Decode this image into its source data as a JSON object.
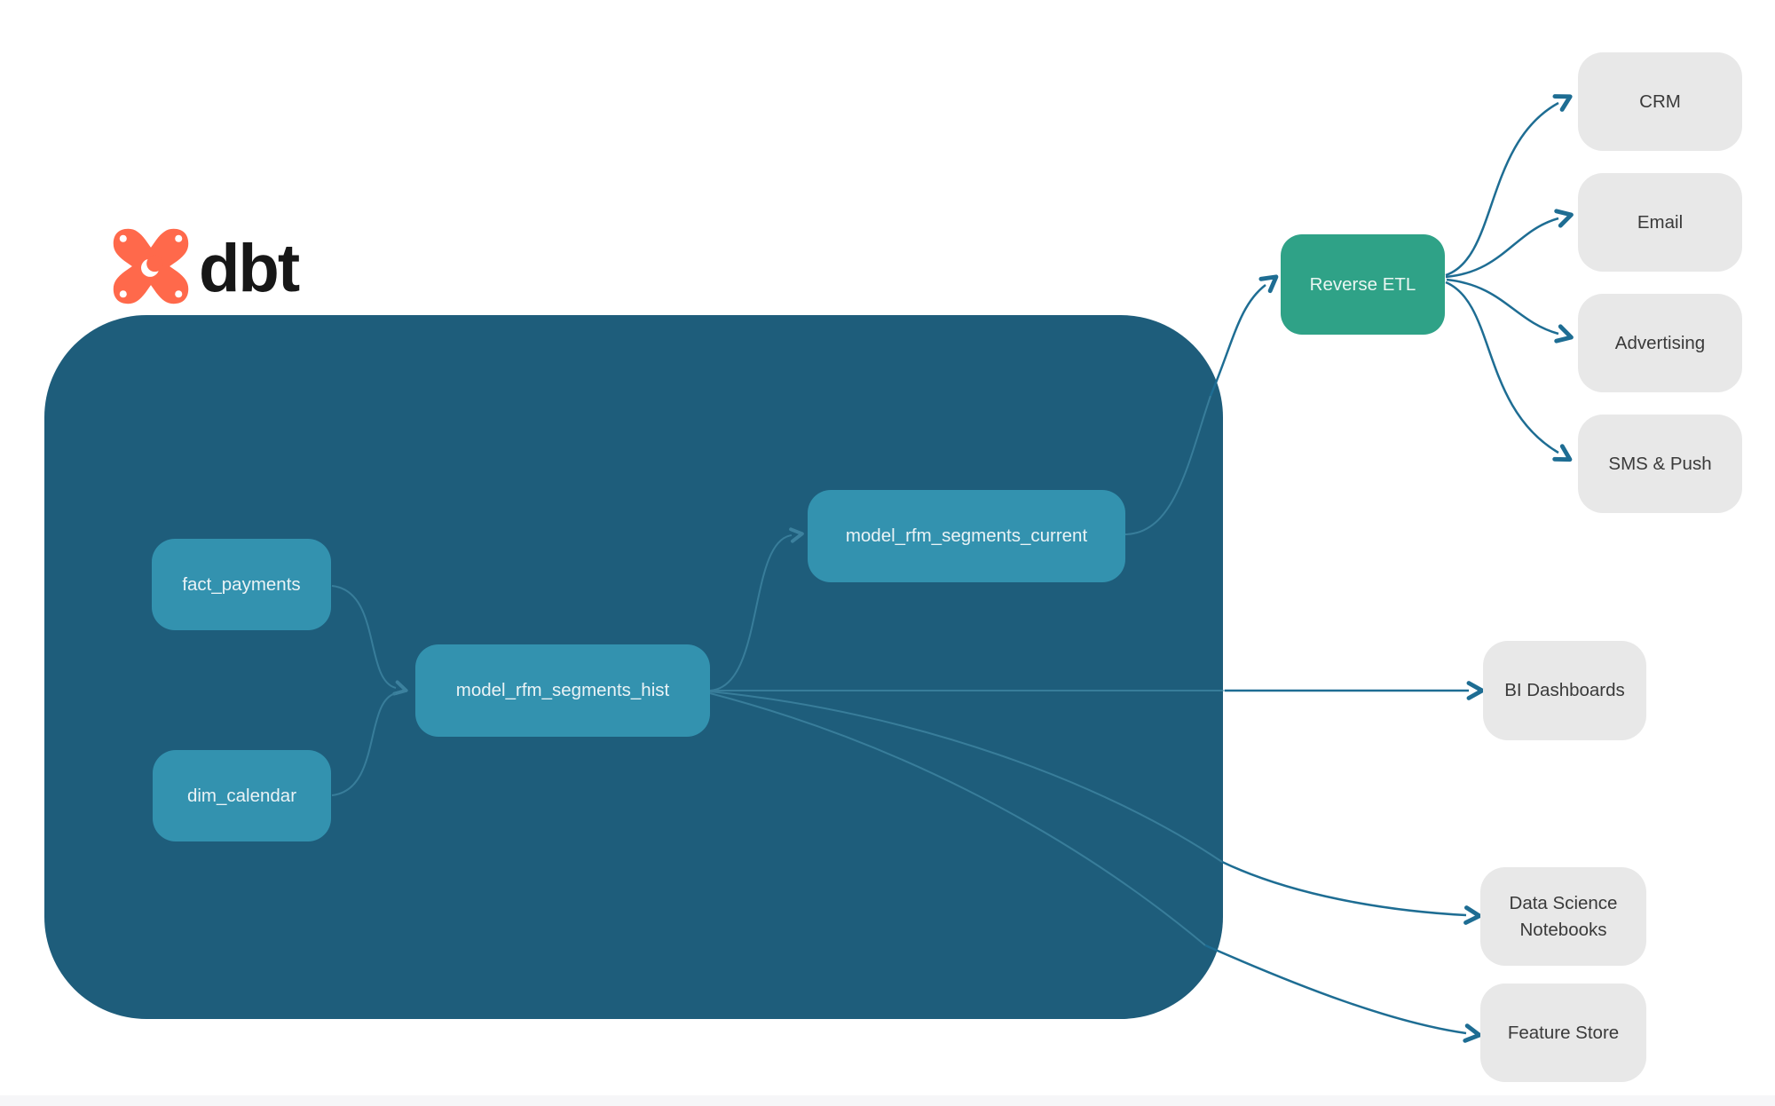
{
  "logo": {
    "brand": "dbt",
    "icon": "dbt-logo-icon",
    "icon_color": "#FF694B"
  },
  "diagram": {
    "warehouse_nodes": [
      {
        "id": "fact_payments",
        "label": "fact_payments"
      },
      {
        "id": "dim_calendar",
        "label": "dim_calendar"
      },
      {
        "id": "model_rfm_segments_hist",
        "label": "model_rfm_segments_hist"
      },
      {
        "id": "model_rfm_segments_current",
        "label": "model_rfm_segments_current"
      }
    ],
    "reverse_etl": {
      "label": "Reverse ETL"
    },
    "destinations": [
      {
        "id": "crm",
        "label": "CRM"
      },
      {
        "id": "email",
        "label": "Email"
      },
      {
        "id": "advertising",
        "label": "Advertising"
      },
      {
        "id": "sms_push",
        "label": "SMS & Push"
      }
    ],
    "outputs": [
      {
        "id": "bi_dashboards",
        "label": "BI Dashboards"
      },
      {
        "id": "data_science_notebooks",
        "label": "Data Science Notebooks"
      },
      {
        "id": "feature_store",
        "label": "Feature Store"
      }
    ],
    "edges": [
      {
        "from": "fact_payments",
        "to": "model_rfm_segments_hist"
      },
      {
        "from": "dim_calendar",
        "to": "model_rfm_segments_hist"
      },
      {
        "from": "model_rfm_segments_hist",
        "to": "model_rfm_segments_current"
      },
      {
        "from": "model_rfm_segments_hist",
        "to": "bi_dashboards"
      },
      {
        "from": "model_rfm_segments_hist",
        "to": "data_science_notebooks"
      },
      {
        "from": "model_rfm_segments_hist",
        "to": "feature_store"
      },
      {
        "from": "model_rfm_segments_current",
        "to": "reverse_etl"
      },
      {
        "from": "reverse_etl",
        "to": "crm"
      },
      {
        "from": "reverse_etl",
        "to": "email"
      },
      {
        "from": "reverse_etl",
        "to": "advertising"
      },
      {
        "from": "reverse_etl",
        "to": "sms_push"
      }
    ],
    "colors": {
      "warehouse_background": "#1E5D7B",
      "warehouse_node": "#3392AF",
      "reverse_etl_node": "#2FA287",
      "destination_node": "#E8E8E8",
      "arrow_outside": "#1E6D93",
      "arrow_inside": "#4F98B4",
      "logo_orange": "#FF694B"
    }
  }
}
